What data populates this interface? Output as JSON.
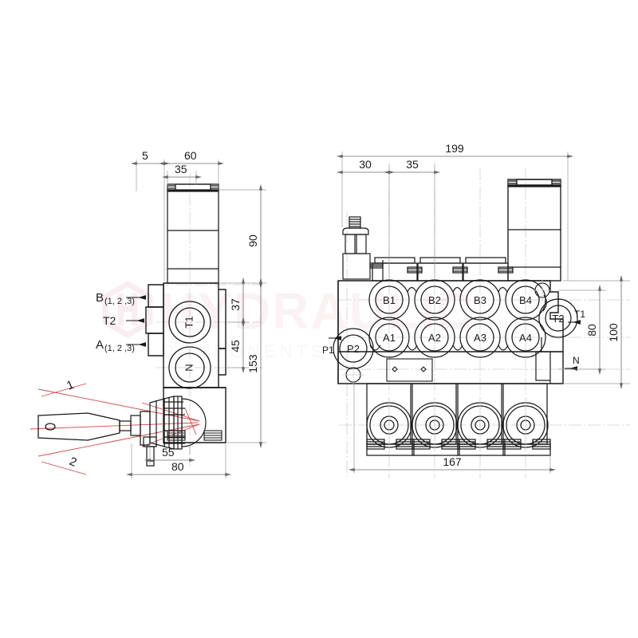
{
  "document": {
    "kind": "technical-drawing",
    "subject": "4-section hydraulic directional control valve with joystick lever",
    "background_color": "#ffffff",
    "line_color": "#1a1a1a",
    "dimension_color": "#6b6b6b",
    "centerline_color": "#c9c9c9",
    "axis_color": "#d24a4a",
    "watermark_color": "#f3dfe2"
  },
  "watermark": {
    "text": "HYDRAULIC",
    "sub_text": "COMPONENTS",
    "visible": true
  },
  "views": {
    "side": {
      "name": "side-elevation-view",
      "dimensions": {
        "top_offset": "5",
        "top_width": "60",
        "top_inner_width": "35",
        "height_upper": "90",
        "height_port_b": "37",
        "height_port_a": "45",
        "height_total": "153",
        "lever_offset": "55",
        "base_width": "80"
      },
      "port_labels": [
        {
          "name": "port-b",
          "text": "B",
          "sub": "(1, 2 ,3)"
        },
        {
          "name": "port-t2",
          "text": "T2",
          "sub": ""
        },
        {
          "name": "port-a",
          "text": "A",
          "sub": "(1, 2 ,3)"
        }
      ],
      "circle_labels": [
        {
          "name": "circle-t1",
          "text": "T1"
        },
        {
          "name": "circle-n",
          "text": "N"
        }
      ],
      "lever_callouts": [
        {
          "name": "lever-position-1",
          "text": "1"
        },
        {
          "name": "lever-position-2",
          "text": "2"
        }
      ]
    },
    "top": {
      "name": "top-plan-view",
      "dimensions": {
        "overall_width": "199",
        "first_section": "30",
        "section_pitch": "35",
        "body_width": "167",
        "height_inner": "80",
        "height_total": "100"
      },
      "port_circles_upper": [
        {
          "name": "port-b1",
          "text": "B1"
        },
        {
          "name": "port-b2",
          "text": "B2"
        },
        {
          "name": "port-b3",
          "text": "B3"
        },
        {
          "name": "port-b4",
          "text": "B4"
        }
      ],
      "port_circles_lower": [
        {
          "name": "port-a1",
          "text": "A1"
        },
        {
          "name": "port-a2",
          "text": "A2"
        },
        {
          "name": "port-a3",
          "text": "A3"
        },
        {
          "name": "port-a4",
          "text": "A4"
        }
      ],
      "port_p2": {
        "name": "port-p2",
        "text": "P2"
      },
      "port_t2": {
        "name": "port-t2-top",
        "text": "T2"
      },
      "arrow_labels": [
        {
          "name": "port-p1-callout",
          "text": "P1"
        },
        {
          "name": "port-t1-callout",
          "text": "T1"
        },
        {
          "name": "port-n-callout",
          "text": "N"
        }
      ]
    }
  }
}
